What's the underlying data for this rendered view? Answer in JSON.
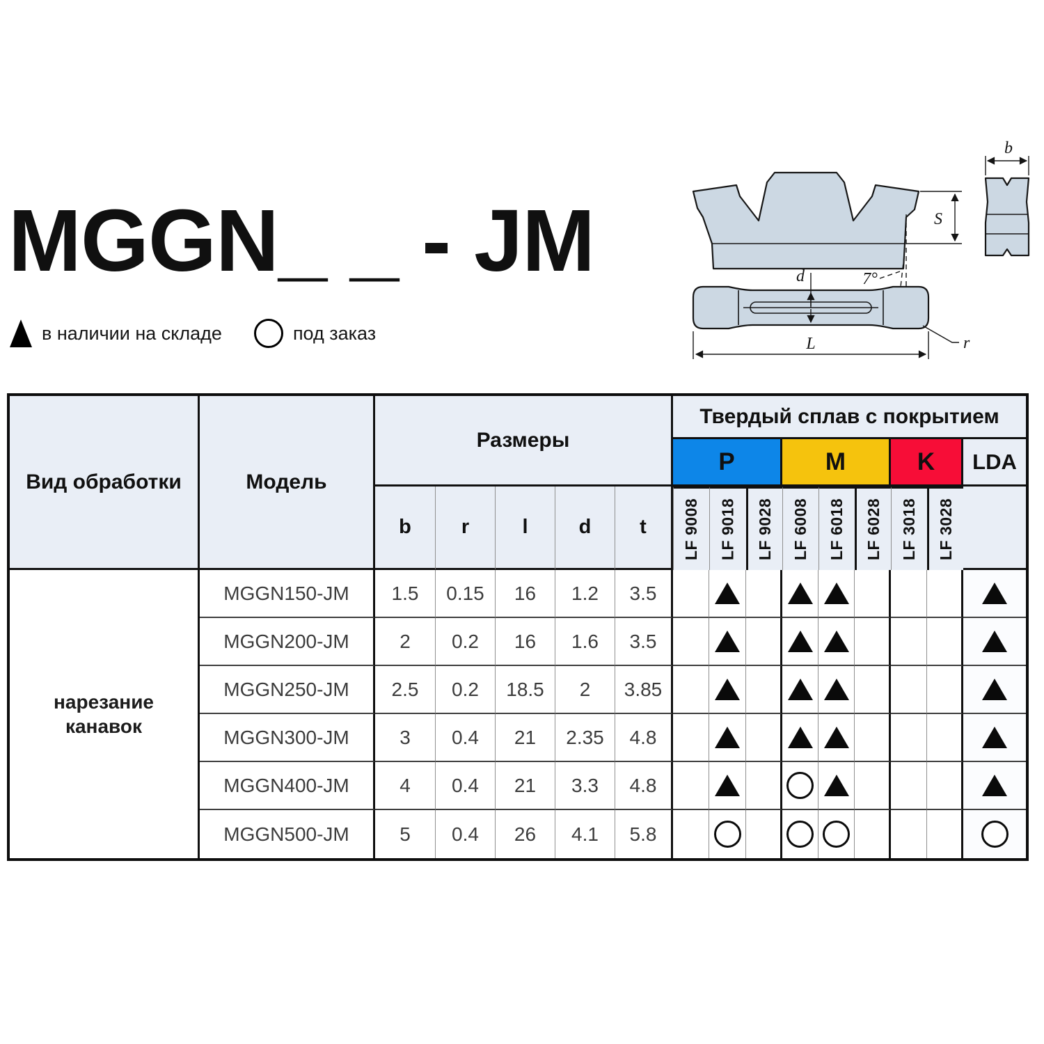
{
  "title": {
    "text": "MGGN_ _ - JM"
  },
  "legend": {
    "in_stock": "в наличии на складе",
    "on_order": "под заказ"
  },
  "colors": {
    "p": "#0d86e8",
    "m": "#f5c30d",
    "k": "#f70d37",
    "header_bg": "#e9eef6",
    "insert_fill": "#ccd8e3"
  },
  "drawing": {
    "b": "b",
    "s": "S",
    "angle": "7°",
    "d": "d",
    "length": "L",
    "radius": "r"
  },
  "table": {
    "processing_header": "Вид обработки",
    "model_header": "Модель",
    "dimensions_header": "Размеры",
    "carbide_header": "Твердый сплав с покрытием",
    "dim_cols": [
      "b",
      "r",
      "l",
      "d",
      "t"
    ],
    "group_p": "P",
    "group_m": "M",
    "group_k": "K",
    "group_lda": "LDA",
    "grades": [
      "LF 9008",
      "LF 9018",
      "LF 9028",
      "LF 6008",
      "LF 6018",
      "LF 6028",
      "LF 3018",
      "LF 3028"
    ],
    "processing_value": "нарезание\nканавок",
    "rows": [
      {
        "model": "MGGN150-JM",
        "b": "1.5",
        "r": "0.15",
        "l": "16",
        "d": "1.2",
        "t": "3.5",
        "marks": [
          "",
          "T",
          "",
          "T",
          "T",
          "",
          "",
          "",
          "T"
        ]
      },
      {
        "model": "MGGN200-JM",
        "b": "2",
        "r": "0.2",
        "l": "16",
        "d": "1.6",
        "t": "3.5",
        "marks": [
          "",
          "T",
          "",
          "T",
          "T",
          "",
          "",
          "",
          "T"
        ]
      },
      {
        "model": "MGGN250-JM",
        "b": "2.5",
        "r": "0.2",
        "l": "18.5",
        "d": "2",
        "t": "3.85",
        "marks": [
          "",
          "T",
          "",
          "T",
          "T",
          "",
          "",
          "",
          "T"
        ]
      },
      {
        "model": "MGGN300-JM",
        "b": "3",
        "r": "0.4",
        "l": "21",
        "d": "2.35",
        "t": "4.8",
        "marks": [
          "",
          "T",
          "",
          "T",
          "T",
          "",
          "",
          "",
          "T"
        ]
      },
      {
        "model": "MGGN400-JM",
        "b": "4",
        "r": "0.4",
        "l": "21",
        "d": "3.3",
        "t": "4.8",
        "marks": [
          "",
          "T",
          "",
          "O",
          "T",
          "",
          "",
          "",
          "T"
        ]
      },
      {
        "model": "MGGN500-JM",
        "b": "5",
        "r": "0.4",
        "l": "26",
        "d": "4.1",
        "t": "5.8",
        "marks": [
          "",
          "O",
          "",
          "O",
          "O",
          "",
          "",
          "",
          "O"
        ]
      }
    ]
  }
}
